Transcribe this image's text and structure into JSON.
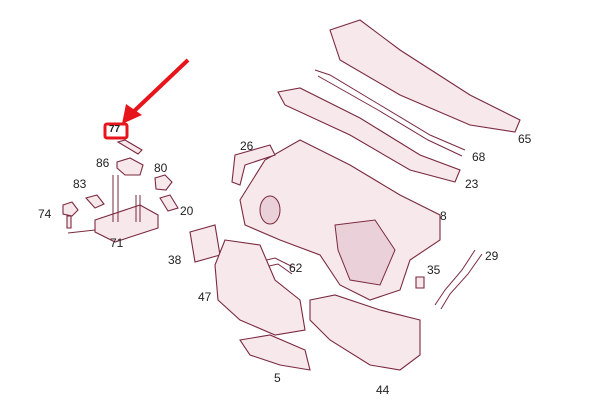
{
  "diagram": {
    "highlight_color": "#e8141c",
    "highlighted_label": "77",
    "labels": {
      "p65": "65",
      "p68": "68",
      "p23": "23",
      "p8": "8",
      "p26": "26",
      "p86": "86",
      "p80": "80",
      "p83": "83",
      "p74": "74",
      "p71": "71",
      "p20": "20",
      "p38": "38",
      "p62": "62",
      "p35": "35",
      "p29": "29",
      "p47": "47",
      "p5": "5",
      "p44": "44"
    }
  }
}
